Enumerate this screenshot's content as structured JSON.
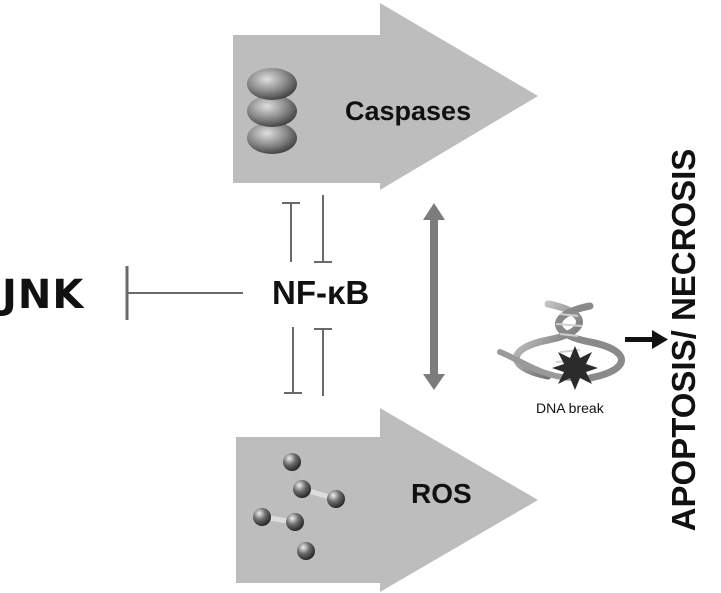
{
  "nodes": {
    "caspases": "Caspases",
    "ros": "ROS",
    "jnk": "JNK",
    "nfkb": "NF-κB",
    "dna_break": "DNA break",
    "outcome": "APOPTOSIS/ NECROSIS"
  },
  "icons": {
    "caspases": "stacked-disc-icon",
    "ros": "molecule-icon",
    "dna": "dna-helix-icon"
  },
  "colors": {
    "arrow_fill": "#bdbdbd",
    "double_arrow": "#7c7c7c",
    "text": "#111111"
  }
}
